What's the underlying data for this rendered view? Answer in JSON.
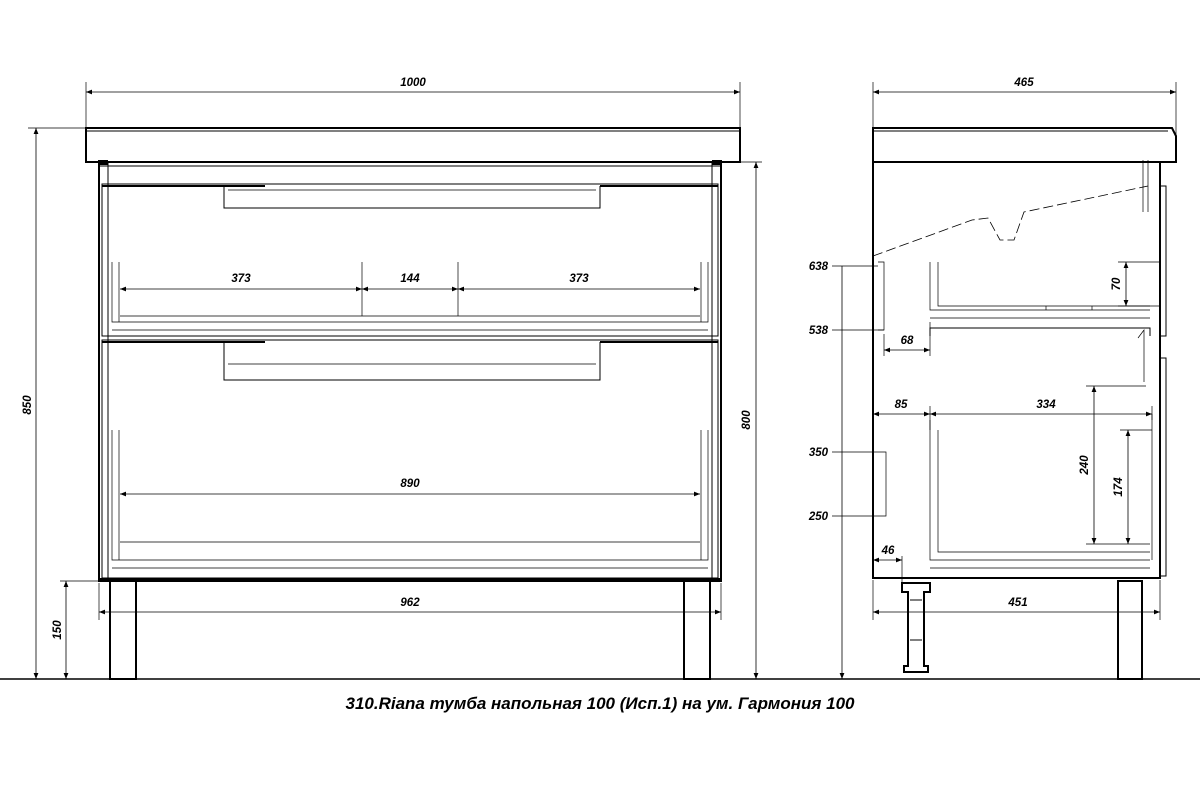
{
  "caption": "310.Riana тумба напольная 100 (Исп.1) на ум. Гармония 100",
  "front_view": {
    "overall_width": "1000",
    "drawer_inner_left": "373",
    "drawer_inner_middle": "144",
    "drawer_inner_right": "373",
    "drawer_inner_width": "890",
    "base_width": "962",
    "total_height": "850",
    "cabinet_height": "800",
    "leg_height": "150"
  },
  "side_view": {
    "depth": "465",
    "base_depth": "451",
    "level_638": "638",
    "level_538": "538",
    "level_350": "350",
    "level_250": "250",
    "offset_68": "68",
    "offset_85": "85",
    "offset_46": "46",
    "drawer_depth": "334",
    "upper_drawer_height": "70",
    "lower_drawer_height": "240",
    "lower_drawer_inner_height": "174"
  }
}
